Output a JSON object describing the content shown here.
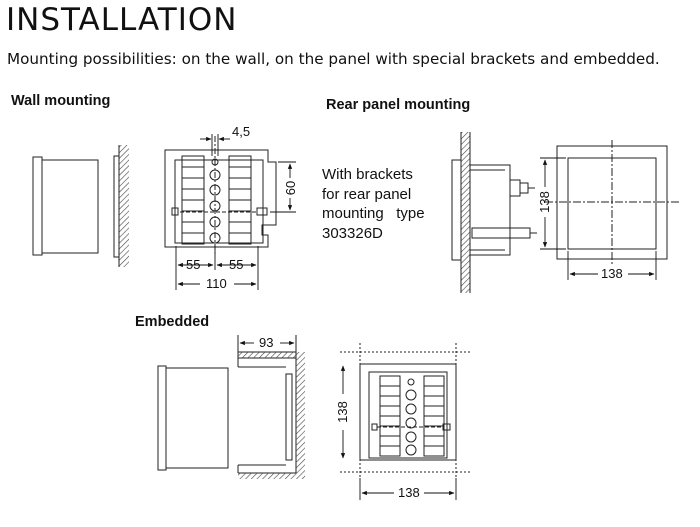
{
  "title": "INSTALLATION",
  "subtitle": "Mounting possibilities: on the wall, on the panel with special brackets and embedded.",
  "sections": {
    "wall": "Wall mounting",
    "rear": "Rear panel mounting",
    "embedded": "Embedded"
  },
  "rear_note": [
    "With brackets",
    "for rear panel",
    "mounting   type",
    "303326D"
  ],
  "dimensions": {
    "wall_slot": "4,5",
    "wall_height": "60",
    "wall_half_left": "55",
    "wall_half_right": "55",
    "wall_total": "110",
    "rear_height": "138",
    "rear_width": "138",
    "embed_depth": "93",
    "embed_height": "138",
    "embed_width": "138"
  }
}
